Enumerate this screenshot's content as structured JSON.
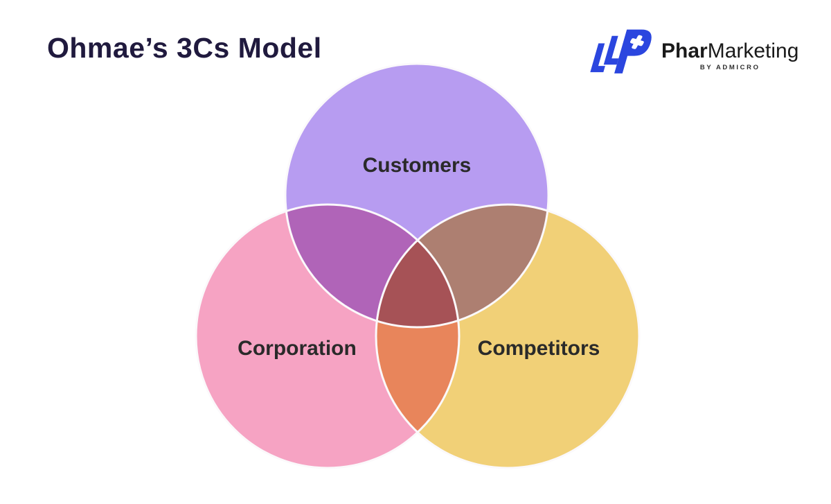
{
  "theme": {
    "background": "#ffffff",
    "title-color": "#201a3e",
    "wordmark-color": "#1a1a1a",
    "byline-color": "#2e2e2e",
    "label-color": "#2a2a2a"
  },
  "header": {
    "title": "Ohmae’s 3Cs Model"
  },
  "logo": {
    "icon_name": "pharmarketing-p-cross-icon",
    "icon_color": "#2b46df",
    "brand_bold": "Phar",
    "brand_regular": "Marketing",
    "byline": "BY ADMICRO"
  },
  "venn": {
    "outline_color": "#fbf9fb",
    "circles": [
      {
        "id": "customers",
        "label": "Customers",
        "color": "#b79cf1",
        "position": "top"
      },
      {
        "id": "corporation",
        "label": "Corporation",
        "color": "#f6a3c3",
        "position": "bottom-left"
      },
      {
        "id": "competitors",
        "label": "Competitors",
        "color": "#f1d077",
        "position": "bottom-right"
      }
    ],
    "overlap_colors": {
      "customers_corporation": "#ab63c1",
      "customers_competitors": "#a87f70",
      "corporation_competitors": "#e07b4d",
      "center": "#a5525a"
    }
  }
}
